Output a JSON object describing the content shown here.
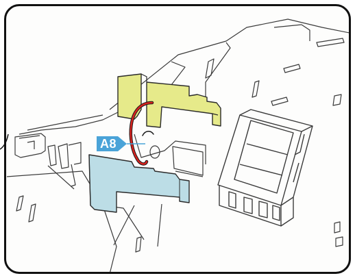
{
  "callout": {
    "label": "A8",
    "badge_color": "#4aa3d8",
    "text_color": "#ffffff"
  },
  "parts": [
    {
      "name": "upper-bracket",
      "color": "#e6ea8a",
      "edge_color": "#2a2a2a"
    },
    {
      "name": "lower-bracket",
      "color": "#bcdde6",
      "edge_color": "#2a2a2a"
    }
  ],
  "wire": {
    "colors": [
      "#d8231f",
      "#1a1a1a"
    ]
  },
  "frame": {
    "border_color": "#111111"
  }
}
